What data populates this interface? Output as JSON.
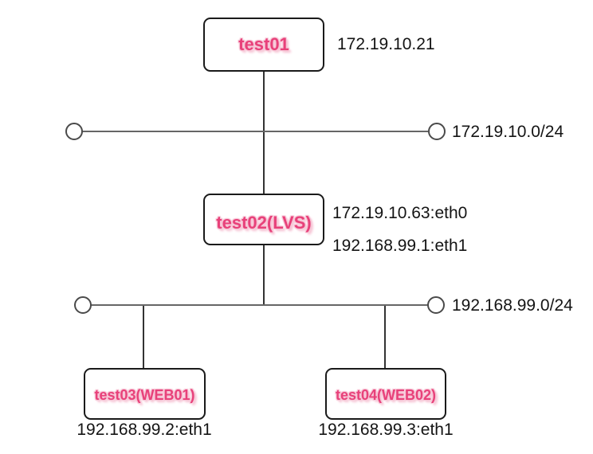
{
  "nodes": {
    "test01": {
      "label": "test01",
      "annotation": "172.19.10.21"
    },
    "test02": {
      "label": "test02(LVS)",
      "annotation_eth0": "172.19.10.63:eth0",
      "annotation_eth1": "192.168.99.1:eth1"
    },
    "test03": {
      "label": "test03(WEB01)",
      "annotation": "192.168.99.2:eth1"
    },
    "test04": {
      "label": "test04(WEB02)",
      "annotation": "192.168.99.3:eth1"
    }
  },
  "networks": {
    "net1": {
      "label": "172.19.10.0/24"
    },
    "net2": {
      "label": "192.168.99.0/24"
    }
  },
  "colors": {
    "node_label": "#e8417a",
    "node_label_glow": "#f6c3d4",
    "annotation_text": "#141414",
    "box_border": "#1a1a1a",
    "line": "#555555",
    "background": "#ffffff"
  }
}
